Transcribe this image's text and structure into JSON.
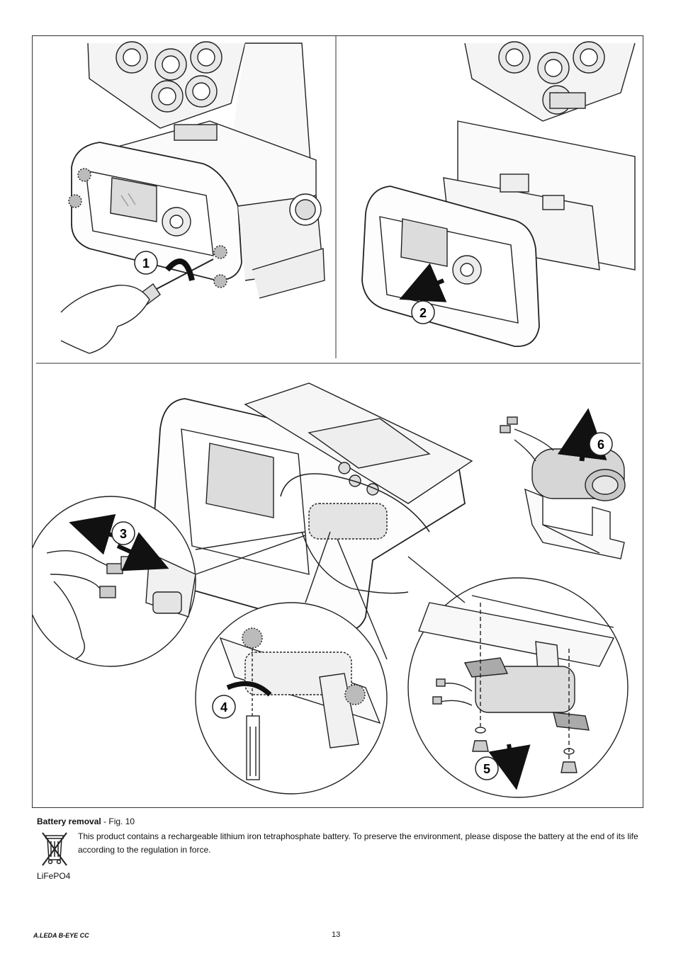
{
  "figure": {
    "steps": [
      "1",
      "2",
      "3",
      "4",
      "5",
      "6"
    ]
  },
  "caption": {
    "title": "Battery removal",
    "suffix": " - Fig. 10"
  },
  "notice": {
    "text": "This product contains a rechargeable lithium iron tetraphosphate battery. To preserve the environment, please dispose the battery at the end of its life according to the regulation in force.",
    "chemistry": "LiFePO4",
    "icon": "crossed-out-wheelie-bin-icon"
  },
  "footer": {
    "product": "A.LEDA B-EYE CC",
    "page": "13"
  }
}
